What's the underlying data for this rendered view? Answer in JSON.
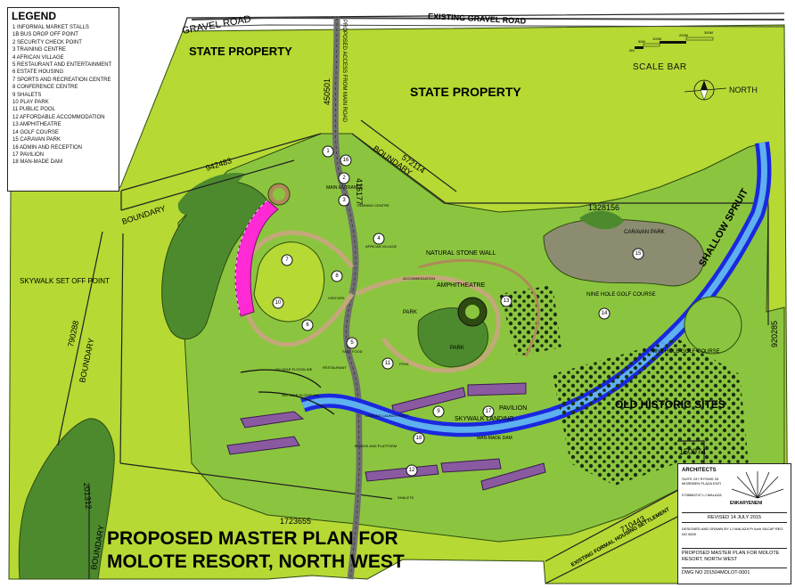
{
  "legend": {
    "title": "LEGEND",
    "items": [
      "1  INFORMAL MARKET STALLS",
      "1B BUS DROP OFF POINT",
      "2  SECURITY CHECK POINT",
      "3  TRAINING CENTRE",
      "4  AFRICAN VILLAGE",
      "5  RESTAURANT AND ENTERTAINMENT",
      "6  ESTATE HOUSING",
      "7  SPORTS AND RECREATION CENTRE",
      "8  CONFERENCE CENTRE",
      "9  SHALETS",
      "10 PLAY PARK",
      "11 PUBLIC POOL",
      "12 AFFORDABLE ACCOMMODATION",
      "13 AMPHITHEATRE",
      "14 GOLF COURSE",
      "15 CARAVAN PARK",
      "16 ADMIN AND RECEPTION",
      "17 PAVILION",
      "18 MAN-MADE DAM"
    ]
  },
  "roads": {
    "gravel_road": "GRAVEL ROAD",
    "existing_gravel_road": "EXISTING GRAVEL ROAD",
    "proposed_access": "PROPOSED ACCESS FROM MAIN ROAD"
  },
  "areas": {
    "state_property_1": "STATE PROPERTY",
    "state_property_2": "STATE PROPERTY",
    "shallow_spruit": "SHALLOW SPRUIT",
    "old_historic_sites": "OLD HISTORIC SITES",
    "skywalk_set_off": "SKYWALK SET OFF POINT",
    "caravan_park": "CARAVAN PARK",
    "nine_hole_1": "NINE HOLE GOLF COURSE",
    "nine_hole_2": "NINE HOLE GOLF COURSE",
    "amphitheatre": "AMPHITHEATRE",
    "natural_stone_wall": "NATURAL STONE WALL",
    "skywalk_landing": "SKYWALK LANDING",
    "pavilion": "PAVILION",
    "man_made_dam": "MAN-MADE DAM",
    "existing_formal_housing": "EXISTING FORMAL HOUSING SETTLEMENT",
    "park_1": "PARK",
    "park_2": "PARK",
    "floodline_50": "100 YEAR FLOODLINE",
    "floodline_100": "100 YEAR FLOODLINE",
    "main_entrance": "MAIN ENTRANCE",
    "restaurant": "RESTAURANT",
    "fast_food": "FAST FOOD",
    "pool": "POOL",
    "shalets": "SHALETS",
    "training_centre": "TRAINING CENTRE",
    "african_village": "AFRICAN VILLAGE",
    "accommodation": "ACCOMMODATION",
    "visitors": "VISITORS",
    "bridge": "BRIDGE AND PLATFORM",
    "landing_launch": "LANDING LAUNCH POINT"
  },
  "boundaries": {
    "boundary_label": "BOUNDARY",
    "n_942483": "942483",
    "n_450501": "450501",
    "n_572114": "572114",
    "n_1328156": "1328156",
    "n_790288": "790288",
    "n_201312": "201312",
    "n_920285": "920285",
    "n_1723655": "1723655",
    "n_710443": "710443",
    "n_150974": "150974",
    "n_416177": "416177"
  },
  "scale": {
    "label": "SCALE BAR",
    "ticks": [
      "0M",
      "50M",
      "100M",
      "200M",
      "300M"
    ]
  },
  "north": "NORTH",
  "title": {
    "line1": "PROPOSED MASTER PLAN FOR",
    "line2": "MOLOTE RESORT, NORTH WEST"
  },
  "titleblock": {
    "architects": "ARCHITECTS",
    "address": "SUITE 247 RYSNIS 33 MOREBEN PLAZA ENTI",
    "phone": "0798663747  LJ MALAZA",
    "logo_name": "ENKARYENENI",
    "revised": "REVISED 14 JULY 2015",
    "designed": "DESIGNED AND DRAWN BY LJ MALAZA Pr Arch SACAP REG NO 5639",
    "project_title": "PROPOSED MASTER PLAN FOR MOLOTE RESORT, NORTH WEST",
    "dwg": "DWG NO 201504MOLOT-0001"
  },
  "facility_numbers": [
    "1",
    "2",
    "3",
    "4",
    "5",
    "6",
    "7",
    "8",
    "9",
    "10",
    "11",
    "12",
    "13",
    "14",
    "15",
    "16",
    "17",
    "18"
  ],
  "colors": {
    "land": "#b6d934",
    "field": "#8bc53f",
    "trees": "#4d8a2e",
    "river": "#1a28e0",
    "river_light": "#5fb0ee",
    "road": "#6f6f6f",
    "boundary": "#222222",
    "shalets": "#ff2ad4",
    "housing": "#8a5aa0",
    "caravan": "#8c8c70"
  }
}
